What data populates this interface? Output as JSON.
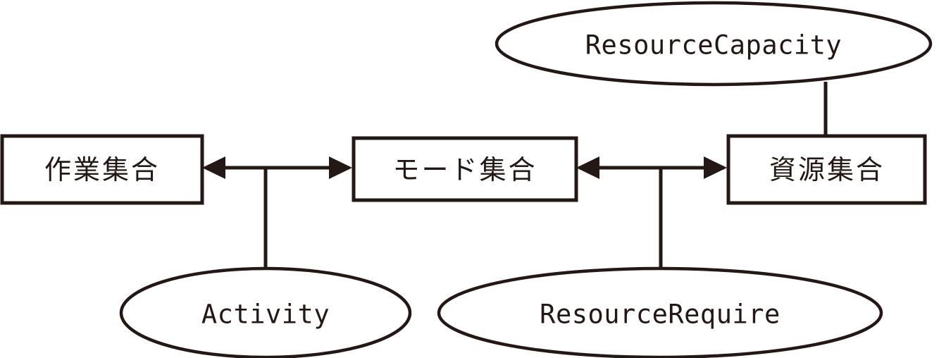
{
  "diagram": {
    "type": "entity-relationship",
    "background_color": "#ffffff",
    "line_color": "#231815",
    "entities": [
      {
        "id": "activity-set",
        "shape": "rectangle",
        "label": "作業集合"
      },
      {
        "id": "mode-set",
        "shape": "rectangle",
        "label": "モード集合"
      },
      {
        "id": "resource-set",
        "shape": "rectangle",
        "label": "資源集合"
      }
    ],
    "relationships": [
      {
        "id": "resource-capacity",
        "shape": "ellipse",
        "label": "ResourceCapacity"
      },
      {
        "id": "activity",
        "shape": "ellipse",
        "label": "Activity"
      },
      {
        "id": "resource-require",
        "shape": "ellipse",
        "label": "ResourceRequire"
      }
    ],
    "connections": [
      {
        "id": "activity-mode-link",
        "from": "activity-set",
        "to": "mode-set",
        "via": "activity",
        "arrow": "double"
      },
      {
        "id": "mode-resource-link",
        "from": "mode-set",
        "to": "resource-set",
        "via": "resource-require",
        "arrow": "double"
      },
      {
        "id": "capacity-resource-link",
        "from": "resource-capacity",
        "to": "resource-set",
        "arrow": "none"
      }
    ]
  }
}
